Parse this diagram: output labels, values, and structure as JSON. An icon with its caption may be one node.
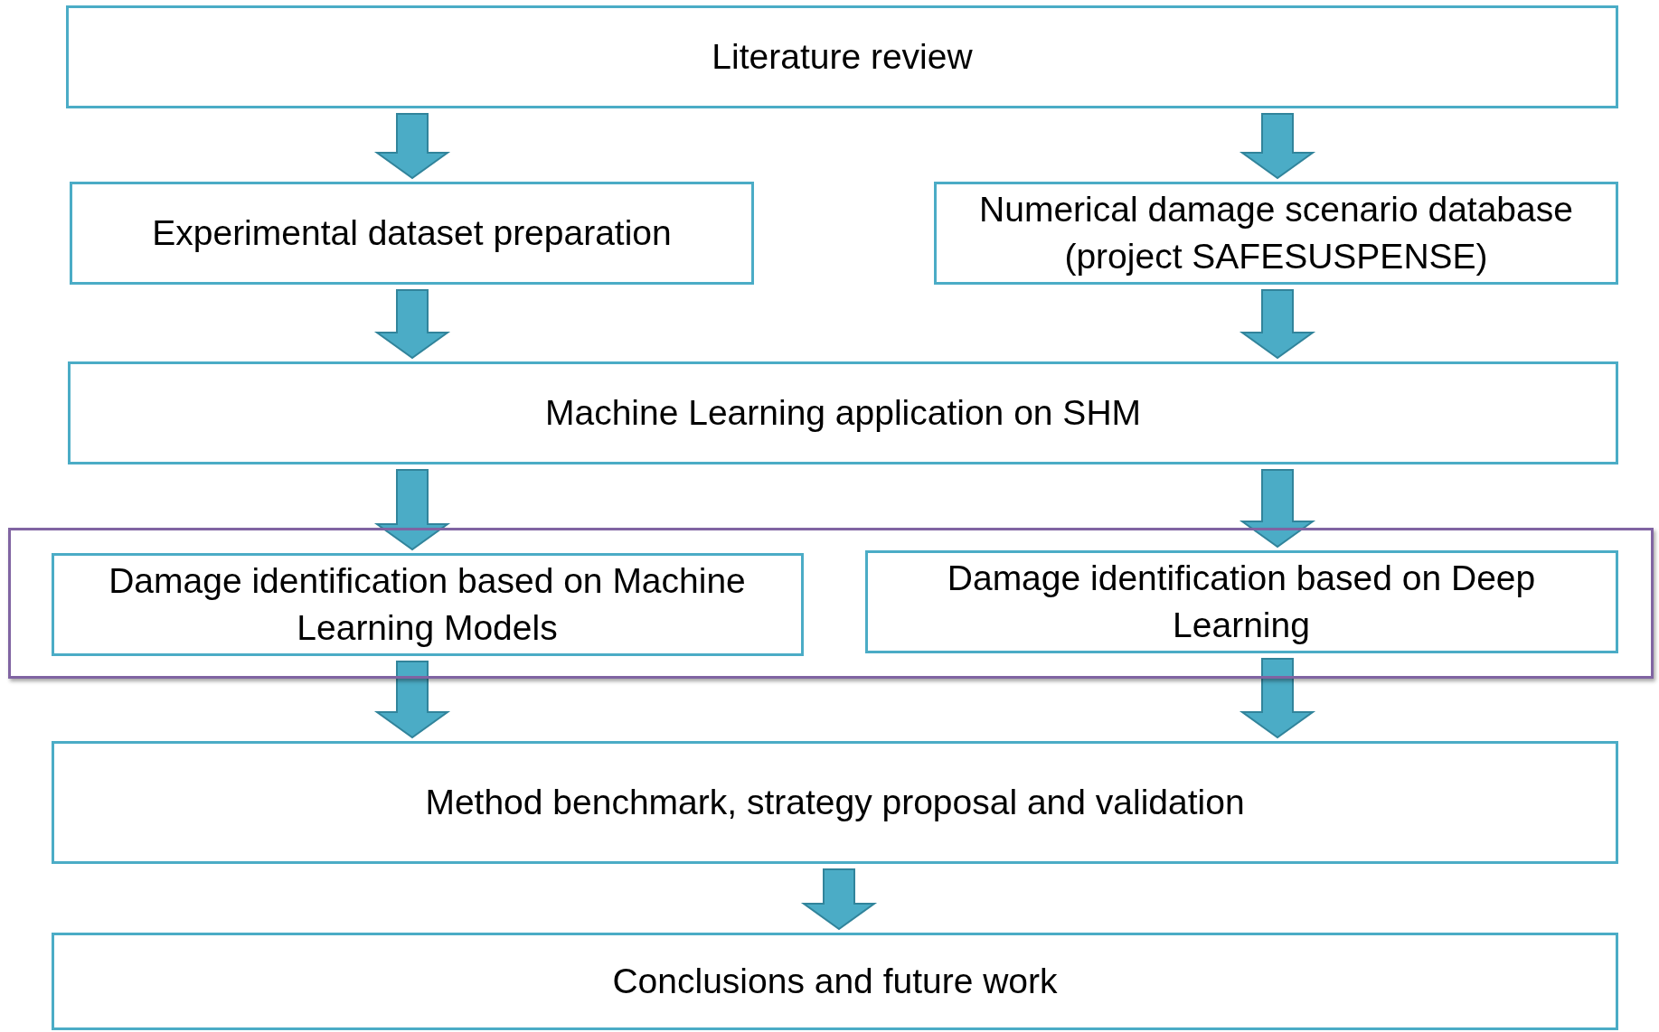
{
  "diagram": {
    "nodes": [
      {
        "text": [
          "Literature review"
        ]
      },
      {
        "text": [
          "Experimental dataset preparation"
        ]
      },
      {
        "text": [
          "Numerical damage scenario database (project SAFESUSPENSE)"
        ]
      },
      {
        "text": [
          "Machine Learning application on SHM"
        ]
      },
      {
        "text": [],
        "shape": "box"
      },
      {
        "text": [
          "Damage identification based on Machine Learning Models"
        ],
        "in": 4
      },
      {
        "text": [
          "Damage identification based on Deep Learning"
        ],
        "in": 4
      },
      {
        "text": [
          "Method benchmark, strategy proposal and validation"
        ]
      },
      {
        "text": [
          "Conclusions and future work"
        ]
      }
    ],
    "edges": [
      {
        "from": 0,
        "to": 1,
        "arrow": "to"
      },
      {
        "from": 0,
        "to": 2,
        "arrow": "to"
      },
      {
        "from": 1,
        "to": 3,
        "arrow": "to"
      },
      {
        "from": 2,
        "to": 3,
        "arrow": "to"
      },
      {
        "from": 3,
        "to": 5,
        "arrow": "to"
      },
      {
        "from": 3,
        "to": 6,
        "arrow": "to"
      },
      {
        "from": 5,
        "to": 7,
        "arrow": "to"
      },
      {
        "from": 6,
        "to": 7,
        "arrow": "to"
      },
      {
        "from": 7,
        "to": 8,
        "arrow": "to"
      }
    ]
  }
}
